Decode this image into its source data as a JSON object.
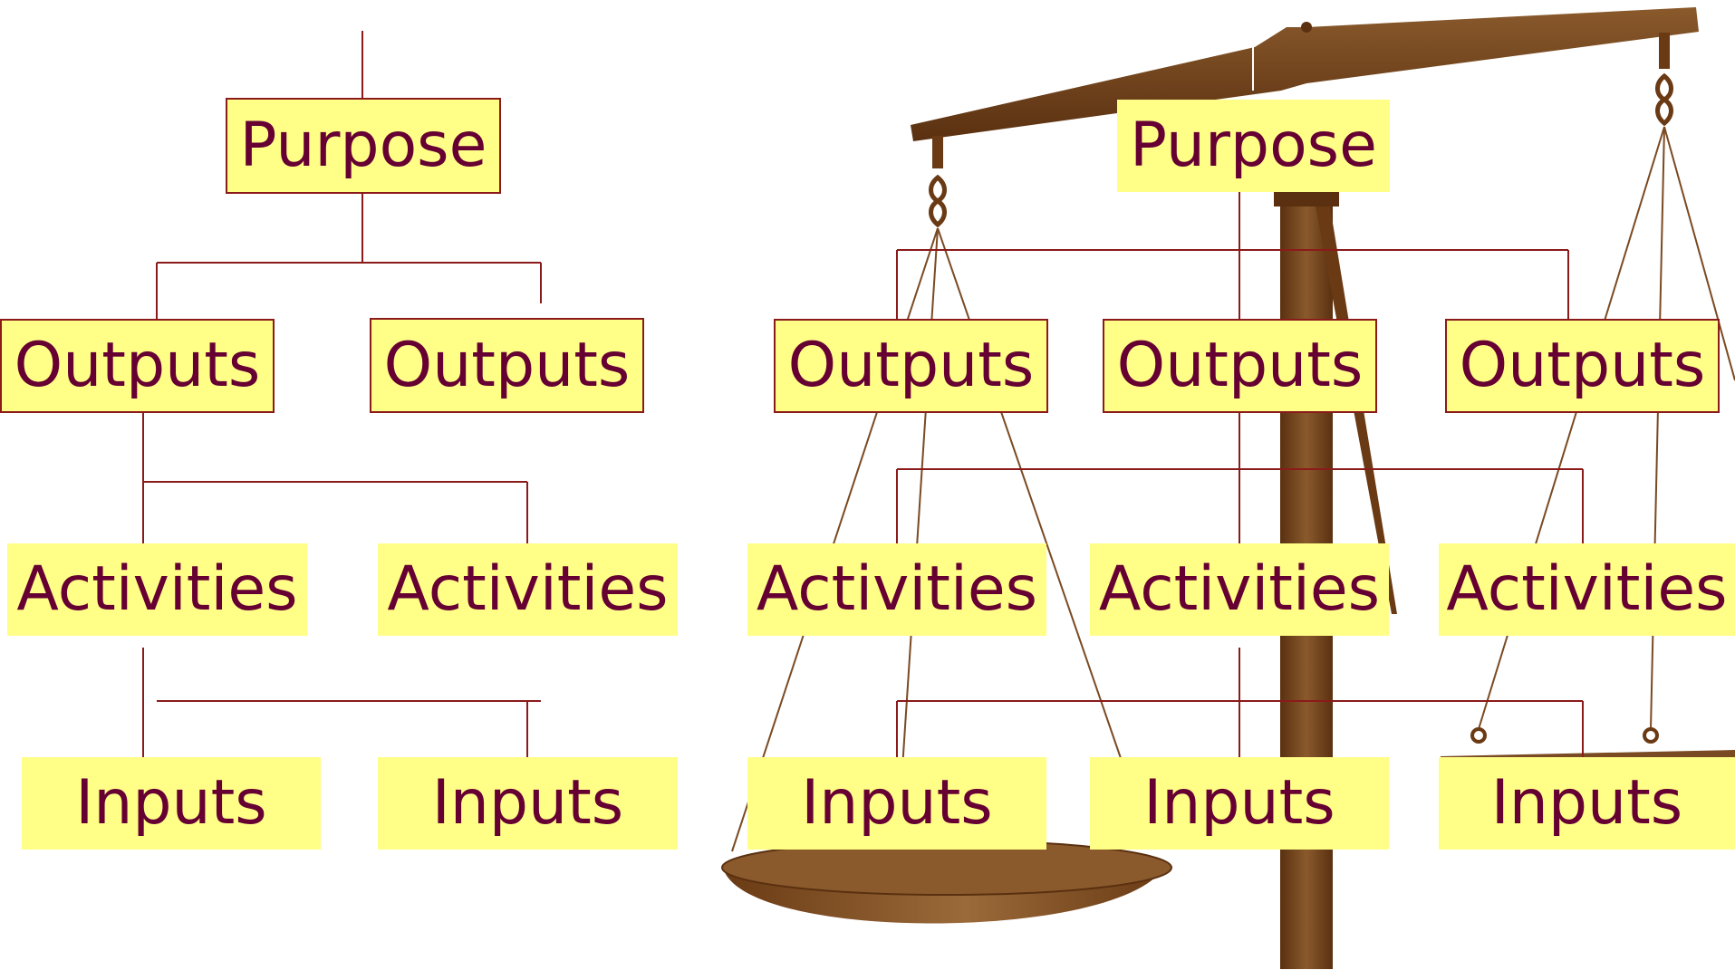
{
  "colors": {
    "box_fill": "#ffff88",
    "box_text": "#660033",
    "connector": "#8b1a1a",
    "scale_brown": "#7a4a22"
  },
  "left_tree": {
    "purpose": "Purpose",
    "outputs": [
      "Outputs",
      "Outputs"
    ],
    "activities": [
      "Activities",
      "Activities"
    ],
    "inputs": [
      "Inputs",
      "Inputs"
    ]
  },
  "right_tree": {
    "purpose": "Purpose",
    "outputs": [
      "Outputs",
      "Outputs",
      "Outputs"
    ],
    "activities": [
      "Activities",
      "Activities",
      "Activities"
    ],
    "inputs": [
      "Inputs",
      "Inputs",
      "Inputs"
    ]
  },
  "illustration": "balance-scale"
}
